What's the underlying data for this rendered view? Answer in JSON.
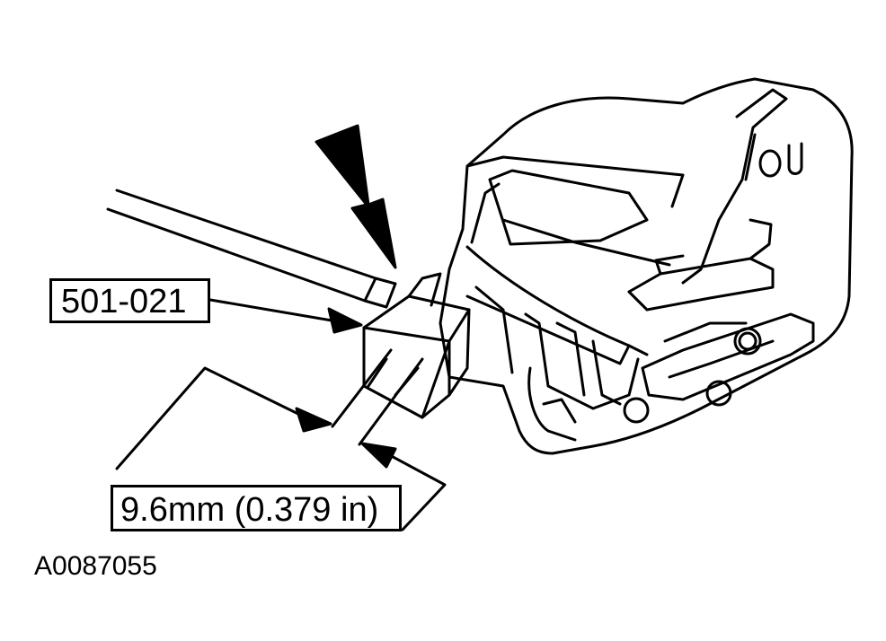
{
  "labels": {
    "tool_number": "501-021",
    "dimension": "9.6mm (0.379 in)",
    "figure_id": "A0087055"
  },
  "colors": {
    "line": "#000000",
    "background": "#ffffff"
  }
}
